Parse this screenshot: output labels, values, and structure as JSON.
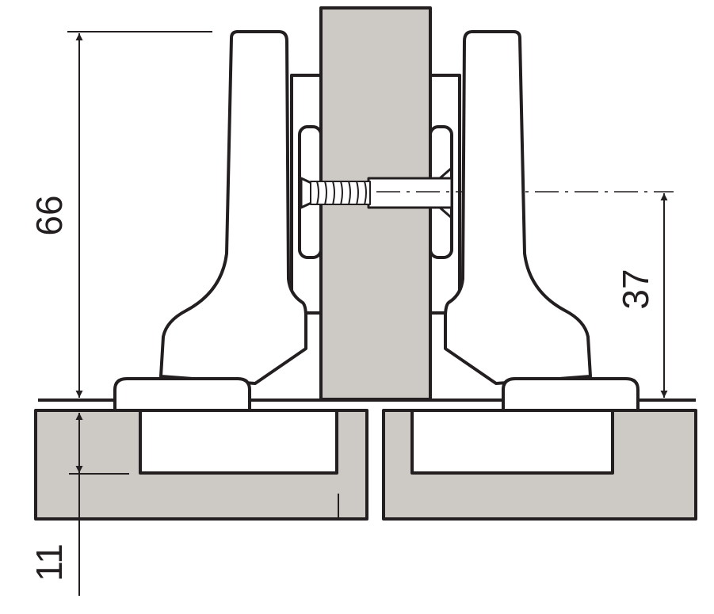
{
  "dimensions": {
    "height_total": "66",
    "screw_height": "37",
    "door_thickness_offset": "11"
  },
  "colors": {
    "line": "#231f20",
    "wood": "#cdc9c5",
    "background": "#ffffff"
  }
}
